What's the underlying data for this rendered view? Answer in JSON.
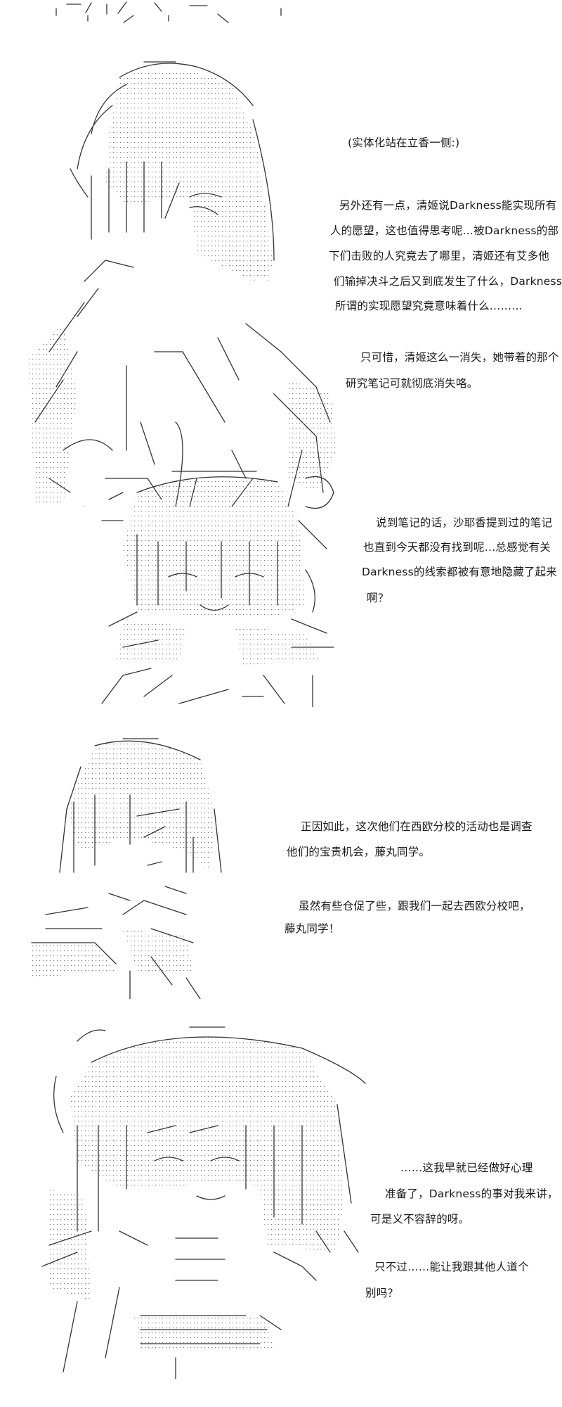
{
  "panels": [
    {
      "aside": "(实体化站在立香一侧:)",
      "paragraphs": [
        [
          "另外还有一点，清姬说Darkness能实现所有",
          "人的愿望，这也值得思考呢…被Darkness的部",
          "下们击败的人究竟去了哪里，清姬还有艾多他",
          "们输掉决斗之后又到底发生了什么，Darkness",
          "所谓的实现愿望究竟意味着什么………"
        ],
        [
          "只可惜，清姬这么一消失，她带着的那个",
          "研究笔记可就彻底消失咯。"
        ]
      ]
    },
    {
      "paragraphs": [
        [
          "说到笔记的话，沙耶香提到过的笔记",
          "也直到今天都没有找到呢…总感觉有关",
          "Darkness的线索都被有意地隐藏了起来",
          "啊？"
        ]
      ]
    },
    {
      "paragraphs": [
        [
          "正因如此，这次他们在西欧分校的活动也是调查",
          "他们的宝贵机会，藤丸同学。"
        ],
        [
          "虽然有些仓促了些，跟我们一起去西欧分校吧，",
          "藤丸同学！"
        ]
      ]
    },
    {
      "paragraphs": [
        [
          "……这我早就已经做好心理",
          "准备了，Darkness的事对我来讲，",
          "可是义不容辞的呀。"
        ],
        [
          "只不过……能让我跟其他人道个",
          "别吗？"
        ]
      ]
    }
  ]
}
